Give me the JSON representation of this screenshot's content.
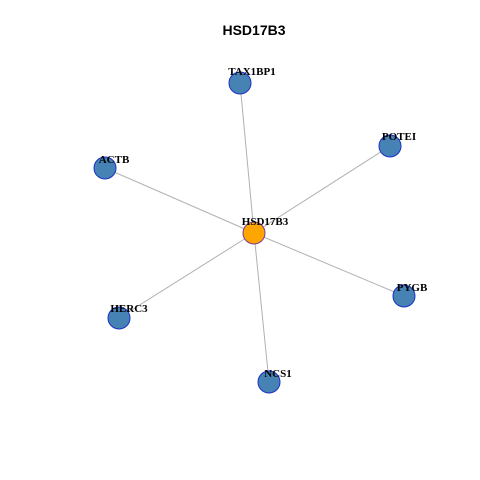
{
  "title": "HSD17B3",
  "colors": {
    "hub_fill": "#FFA500",
    "hub_stroke": "#7A3B8F",
    "node_fill": "#4682B4",
    "node_stroke": "#1A2FC8",
    "edge": "#B0B0B0"
  },
  "hub": {
    "id": "hub",
    "label": "HSD17B3"
  },
  "nodes": [
    {
      "id": "tax1bp1",
      "label": "TAX1BP1"
    },
    {
      "id": "potei",
      "label": "POTEI"
    },
    {
      "id": "actb",
      "label": "ACTB"
    },
    {
      "id": "pygb",
      "label": "PYGB"
    },
    {
      "id": "herc3",
      "label": "HERC3"
    },
    {
      "id": "ncs1",
      "label": "NCS1"
    }
  ],
  "edges": [
    [
      "hub",
      "tax1bp1"
    ],
    [
      "hub",
      "potei"
    ],
    [
      "hub",
      "actb"
    ],
    [
      "hub",
      "pygb"
    ],
    [
      "hub",
      "herc3"
    ],
    [
      "hub",
      "ncs1"
    ]
  ]
}
